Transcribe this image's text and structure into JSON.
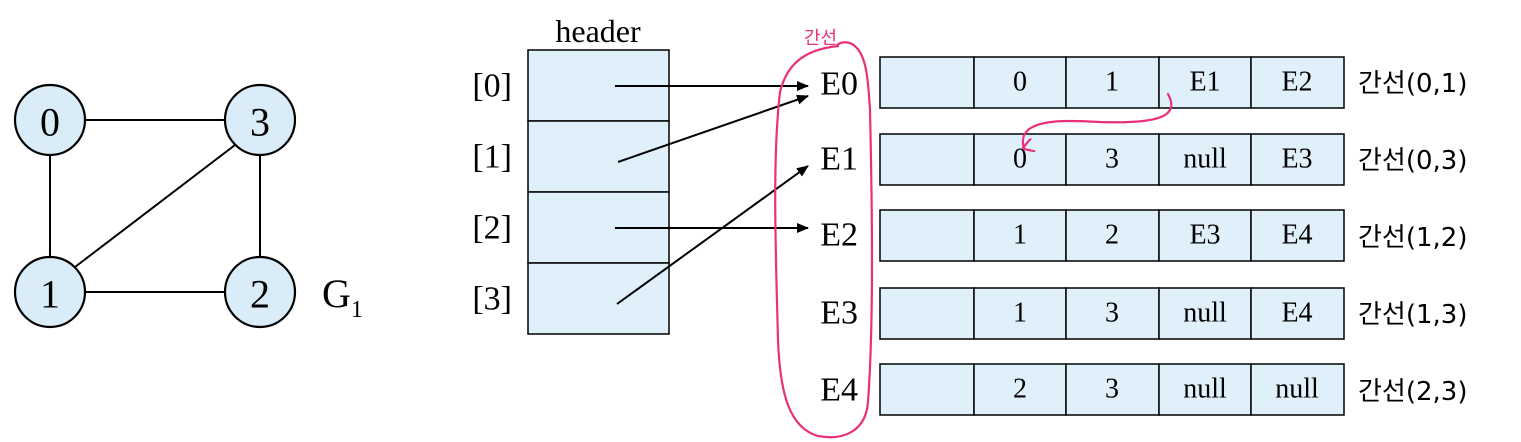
{
  "graph": {
    "nodes": [
      "0",
      "3",
      "1",
      "2"
    ],
    "label_main": "G",
    "label_sub": "1"
  },
  "header": {
    "title": "header",
    "indices": [
      "[0]",
      "[1]",
      "[2]",
      "[3]"
    ]
  },
  "edges": [
    {
      "name": "E0",
      "cells": [
        "",
        "0",
        "1",
        "E1",
        "E2"
      ],
      "desc": "간선(0,1)"
    },
    {
      "name": "E1",
      "cells": [
        "",
        "0",
        "3",
        "null",
        "E3"
      ],
      "desc": "간선(0,3)"
    },
    {
      "name": "E2",
      "cells": [
        "",
        "1",
        "2",
        "E3",
        "E4"
      ],
      "desc": "간선(1,2)"
    },
    {
      "name": "E3",
      "cells": [
        "",
        "1",
        "3",
        "null",
        "E4"
      ],
      "desc": "간선(1,3)"
    },
    {
      "name": "E4",
      "cells": [
        "",
        "2",
        "3",
        "null",
        "null"
      ],
      "desc": "간선(2,3)"
    }
  ],
  "annotation": {
    "handwritten_label": "간선",
    "color": "#e8317a"
  },
  "colors": {
    "cell_fill": "#dff0fb",
    "node_fill": "#d9ecf7"
  }
}
